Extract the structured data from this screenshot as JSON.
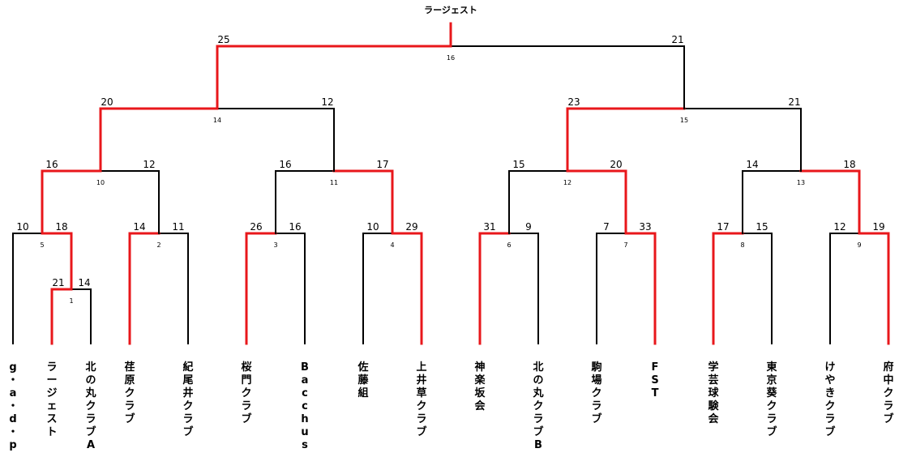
{
  "champion": "ラージェスト",
  "colors": {
    "win_line": "#e8171b",
    "lose_line": "#000000"
  },
  "teams": [
    "g・a・d・p",
    "ラージェスト",
    "北の丸クラブA",
    "荏原クラブ",
    "紀尾井クラブ",
    "桜門クラブ",
    "Bacchus",
    "佐藤組",
    "上井草クラブ",
    "神楽坂会",
    "北の丸クラブB",
    "駒場クラブ",
    "FST",
    "学芸球験会",
    "東京葵クラブ",
    "けやきクラブ",
    "府中クラブ"
  ],
  "matches": [
    {
      "no": "1",
      "left_score": "21",
      "right_score": "14",
      "winner": "left"
    },
    {
      "no": "5",
      "left_score": "10",
      "right_score": "18",
      "winner": "right"
    },
    {
      "no": "2",
      "left_score": "14",
      "right_score": "11",
      "winner": "left"
    },
    {
      "no": "3",
      "left_score": "26",
      "right_score": "16",
      "winner": "left"
    },
    {
      "no": "4",
      "left_score": "10",
      "right_score": "29",
      "winner": "right"
    },
    {
      "no": "6",
      "left_score": "31",
      "right_score": "9",
      "winner": "left"
    },
    {
      "no": "7",
      "left_score": "7",
      "right_score": "33",
      "winner": "right"
    },
    {
      "no": "8",
      "left_score": "17",
      "right_score": "15",
      "winner": "left"
    },
    {
      "no": "9",
      "left_score": "12",
      "right_score": "19",
      "winner": "right"
    },
    {
      "no": "10",
      "left_score": "16",
      "right_score": "12",
      "winner": "left"
    },
    {
      "no": "11",
      "left_score": "16",
      "right_score": "17",
      "winner": "right"
    },
    {
      "no": "12",
      "left_score": "15",
      "right_score": "20",
      "winner": "right"
    },
    {
      "no": "13",
      "left_score": "14",
      "right_score": "18",
      "winner": "right"
    },
    {
      "no": "14",
      "left_score": "20",
      "right_score": "12",
      "winner": "left"
    },
    {
      "no": "15",
      "left_score": "23",
      "right_score": "21",
      "winner": "left"
    },
    {
      "no": "16",
      "left_score": "25",
      "right_score": "21",
      "winner": "left"
    }
  ]
}
